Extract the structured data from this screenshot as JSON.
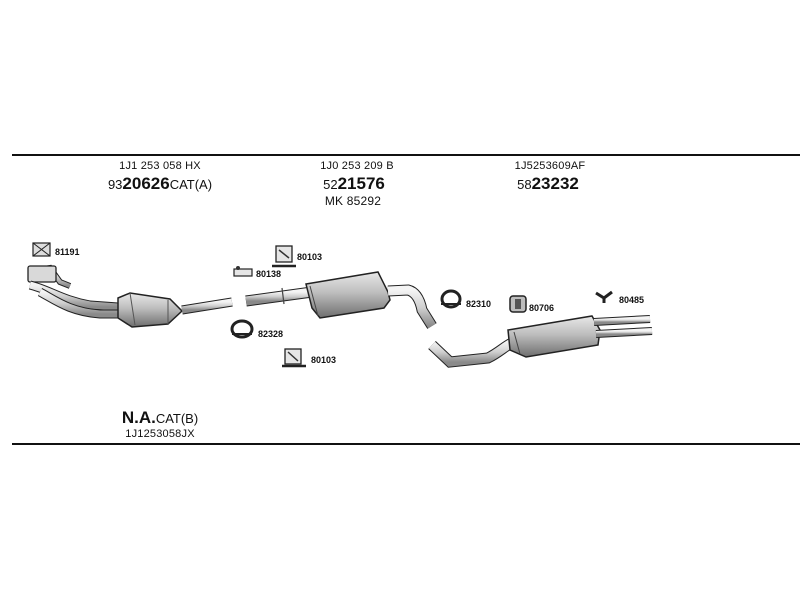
{
  "groups": [
    {
      "oem": "1J1 253 058 HX",
      "prefix": "93",
      "number": "20626",
      "suffix": "CAT(A)"
    },
    {
      "oem": "1J0 253 209 B",
      "prefix": "52",
      "number": "21576",
      "suffix": "",
      "extra": "MK  85292"
    },
    {
      "oem": "1J5253609AF",
      "prefix": "58",
      "number": "23232",
      "suffix": ""
    }
  ],
  "na_group": {
    "label": "N.A.",
    "suffix": "CAT(B)",
    "oem": "1J1253058JX"
  },
  "parts": {
    "p81191": "81191",
    "p80103a": "80103",
    "p80138": "80138",
    "p82328": "82328",
    "p80103b": "80103",
    "p82310": "82310",
    "p80706": "80706",
    "p80485": "80485"
  }
}
